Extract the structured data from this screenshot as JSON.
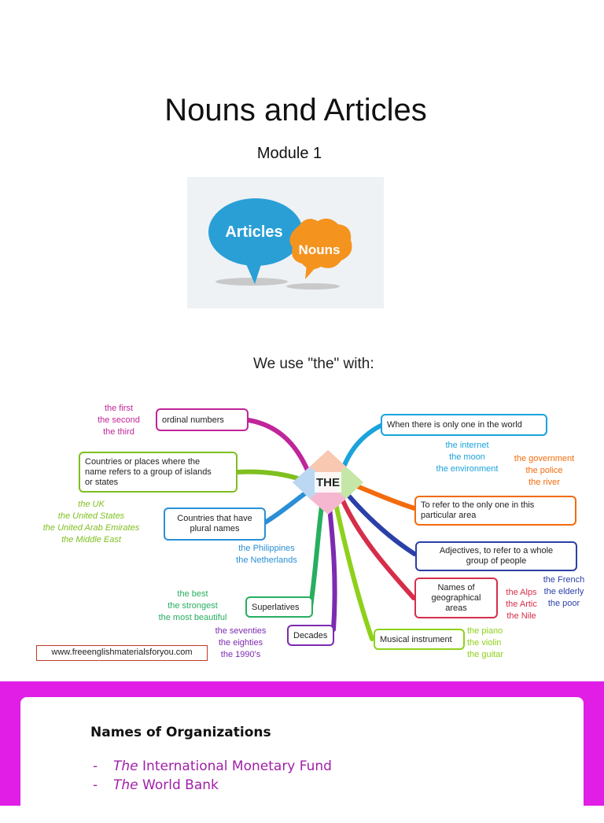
{
  "slide1": {
    "title": "Nouns and Articles",
    "subtitle": "Module 1",
    "illustration": {
      "bubble1": "Articles",
      "bubble2": "Nouns",
      "colors": {
        "bubble1": "#2a9fd6",
        "bubble2": "#f5931f"
      }
    },
    "mindmap": {
      "heading": "We use \"the\" with:",
      "center": "THE",
      "branches": {
        "ordinal": "ordinal numbers",
        "countries_islands": [
          "Countries or places where the",
          "name refers to a group of islands",
          "or states"
        ],
        "plural": [
          "Countries that have",
          "plural names"
        ],
        "superlatives": "Superlatives",
        "decades": "Decades",
        "musical": "Musical instrument",
        "geo": [
          "Names of",
          "geographical",
          "areas"
        ],
        "adjectives": [
          "Adjectives, to refer to a whole",
          "group of people"
        ],
        "only_area": [
          "To refer to the only one in this",
          "particular area"
        ],
        "only_world": "When there is only one in the world"
      },
      "examples": {
        "ordinal": [
          "the first",
          "the second",
          "the third"
        ],
        "countries": [
          "the UK",
          "the United States",
          "the United Arab Emirates",
          "the Middle East"
        ],
        "plural": [
          "the Philippines",
          "the Netherlands"
        ],
        "superlatives": [
          "the best",
          "the strongest",
          "the most beautiful"
        ],
        "decades": [
          "the seventies",
          "the eighties",
          "the 1990's"
        ],
        "musical": [
          "the piano",
          "the violin",
          "the guitar"
        ],
        "geo": [
          "the Alps",
          "the Artic",
          "the Nile"
        ],
        "adjectives": [
          "the French",
          "the elderly",
          "the poor"
        ],
        "only_area": [
          "the government",
          "the police",
          "the river"
        ],
        "only_world": [
          "the internet",
          "the moon",
          "the environment"
        ]
      },
      "url": "www.freeenglishmaterialsforyou.com"
    }
  },
  "slide2": {
    "heading": "Names of Organizations",
    "items": [
      {
        "dash": "-",
        "article": "The",
        "rest": " International Monetary Fund"
      },
      {
        "dash": "-",
        "article": "The",
        "rest": " World Bank"
      }
    ]
  }
}
